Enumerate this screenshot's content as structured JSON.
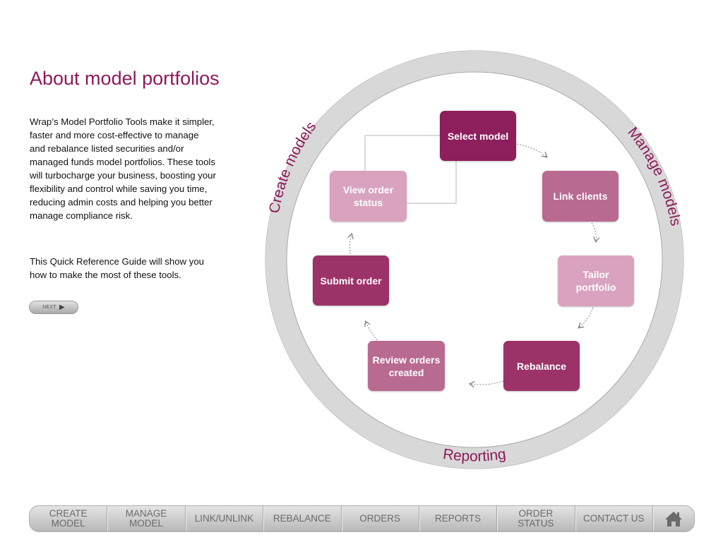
{
  "title": "About model portfolios",
  "intro": "Wrap’s Model Portfolio Tools make it simpler, faster and more cost-effective to manage and rebalance listed securities and/or managed funds model portfolios. These tools will turbocharge your business, boosting your flexibility and control while saving you time, reducing admin costs and helping you better manage compliance risk.",
  "guide": "This Quick Reference Guide will show you how to make the most of these tools.",
  "next_button": {
    "label": "NEXT",
    "icon": "play-triangle-icon"
  },
  "diagram": {
    "ring_labels": {
      "create": "Create models",
      "manage": "Manage models",
      "reporting": "Reporting"
    },
    "steps": [
      {
        "id": "select-model",
        "label": "Select model",
        "color": "#8c1f5c"
      },
      {
        "id": "link-clients",
        "label": "Link clients",
        "color": "#b96a91"
      },
      {
        "id": "tailor-portfolio",
        "label": "Tailor portfolio",
        "color": "#d9a3bf"
      },
      {
        "id": "rebalance",
        "label": "Rebalance",
        "color": "#9c3368"
      },
      {
        "id": "review-orders",
        "label": "Review orders created",
        "color": "#b96a91"
      },
      {
        "id": "submit-order",
        "label": "Submit order",
        "color": "#9c3368"
      },
      {
        "id": "view-order-status",
        "label": "View order status",
        "color": "#d9a3bf"
      }
    ],
    "colors": {
      "ring": "#d8d8d8",
      "ring_border": "#a9a9a9",
      "accent": "#8c1a5a"
    }
  },
  "nav": {
    "items": [
      "CREATE\nMODEL",
      "MANAGE\nMODEL",
      "LINK/UNLINK",
      "REBALANCE",
      "ORDERS",
      "REPORTS",
      "ORDER\nSTATUS",
      "CONTACT US"
    ],
    "home_icon": "home-icon"
  }
}
